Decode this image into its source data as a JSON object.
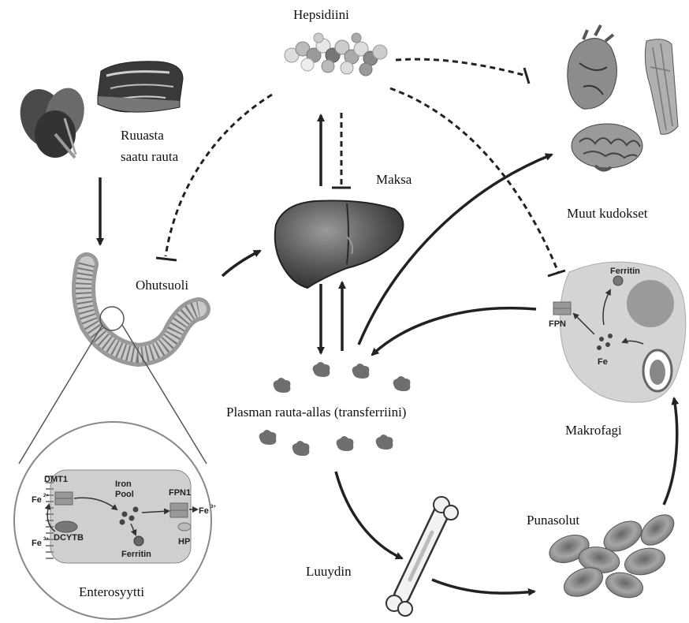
{
  "labels": {
    "hepcidin": "Hepsidiini",
    "dietary_iron_line1": "Ruuasta",
    "dietary_iron_line2": "saatu rauta",
    "liver": "Maksa",
    "other_tissues": "Muut kudokset",
    "small_intestine": "Ohutsuoli",
    "plasma_pool": "Plasman rauta-allas (transferriini)",
    "macrophage": "Makrofagi",
    "red_cells": "Punasolut",
    "bone_marrow": "Luuydin",
    "enterocyte": "Enterosyytti"
  },
  "enterocyte_inset": {
    "dmt1": "DMT1",
    "iron_pool_line1": "Iron",
    "iron_pool_line2": "Pool",
    "fpn1": "FPN1",
    "fe_left": "Fe",
    "fe_left_sup": "2+",
    "fe_right": "Fe",
    "fe_right_sup": "3+",
    "fe_bottom": "Fe",
    "fe_bottom_sup": "3+",
    "dcytb": "DCYTB",
    "ferritin": "Ferritin",
    "hp": "HP"
  },
  "macrophage_inset": {
    "ferritin": "Ferritin",
    "fpn": "FPN",
    "fe": "Fe"
  },
  "colors": {
    "line": "#222222",
    "organ_dark": "#555555",
    "organ_light": "#bbbbbb",
    "cell_fill": "#d4d4d4",
    "red_cell": "#8a8a8a"
  }
}
